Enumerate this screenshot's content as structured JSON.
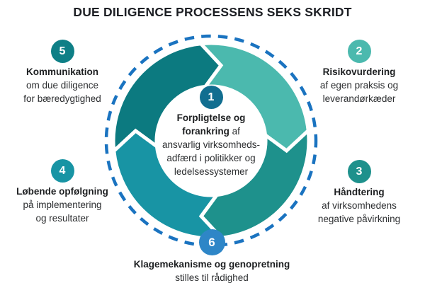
{
  "title": "DUE DILIGENCE PROCESSENS SEKS SKRIDT",
  "colors": {
    "text_dark": "#1d1f24",
    "dashed_ring": "#1a73c0",
    "segment_dark_teal": "#0c7a80",
    "segment_aqua": "#4bb9ae",
    "segment_teal": "#1e918c",
    "segment_blue_teal": "#1894a4",
    "badge_1": "#116e90",
    "badge_2": "#4bb9ae",
    "badge_3": "#1e918c",
    "badge_4": "#1894a4",
    "badge_5": "#0e7f86",
    "badge_6": "#2e86c7"
  },
  "center_step": {
    "number": "1",
    "bold_line1": "Forpligtelse og",
    "bold_line2": "forankring",
    "line2_rest": " af",
    "line3": "ansvarlig virksomheds-",
    "line4": "adfærd i politikker og",
    "line5": "ledelsessystemer"
  },
  "steps": [
    {
      "number": "2",
      "title": "Risikovurdering",
      "lines": [
        "af egen praksis og",
        "leverandørkæder"
      ]
    },
    {
      "number": "3",
      "title": "Håndtering",
      "lines": [
        "af virksomhedens",
        "negative påvirkning"
      ]
    },
    {
      "number": "4",
      "title": "Løbende opfølgning",
      "lines": [
        "på implementering",
        "og resultater"
      ]
    },
    {
      "number": "5",
      "title": "Kommunikation",
      "lines": [
        "om due diligence",
        "for bæredygtighed"
      ]
    },
    {
      "number": "6",
      "title": "Klagemekanisme og genopretning",
      "lines": [
        "stilles til rådighed"
      ]
    }
  ]
}
